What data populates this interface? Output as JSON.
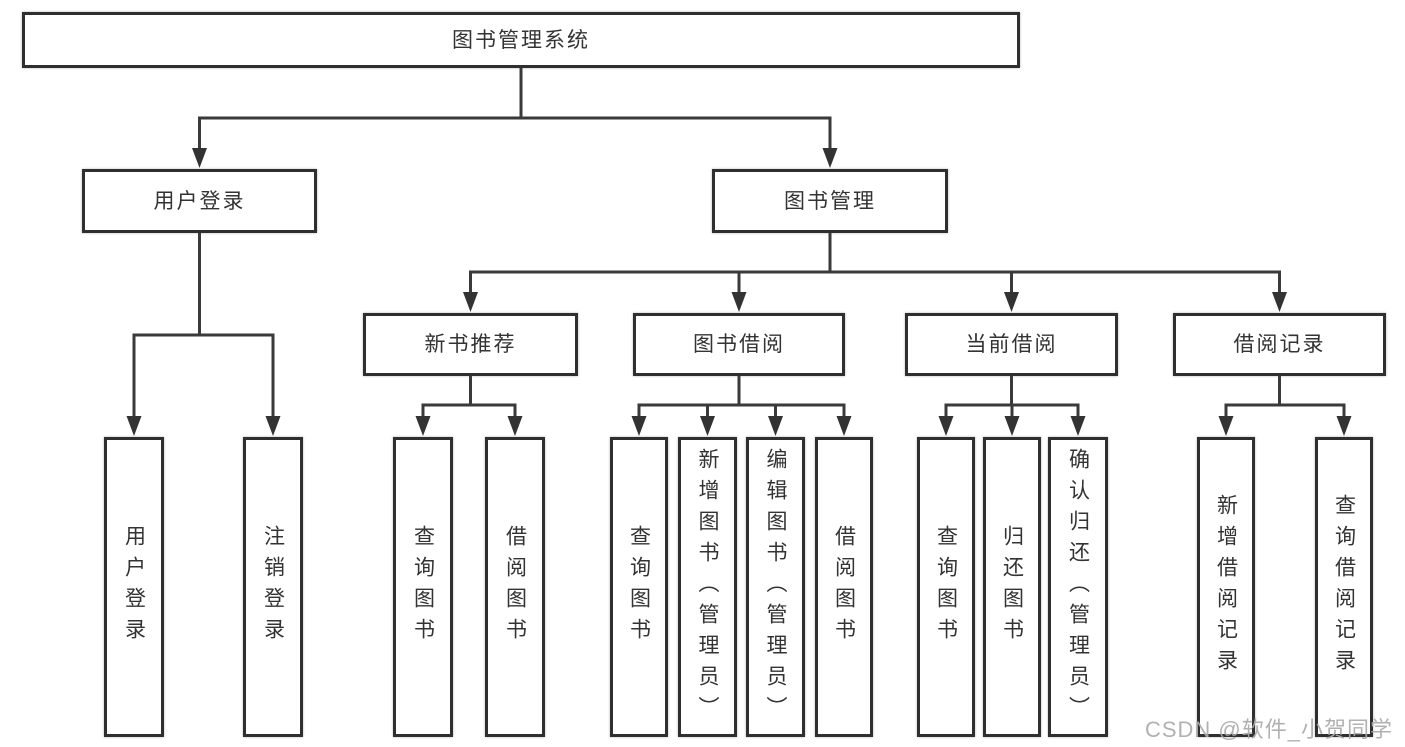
{
  "watermark": "CSDN @软件_小贺同学",
  "colors": {
    "line": "#3a3a3a",
    "arrow": "#333333",
    "box_border": "#2f2f2f",
    "box_fill": "#ffffff",
    "text": "#333333",
    "watermark": "#ababab"
  },
  "tree": {
    "id": "root",
    "label": "图书管理系统",
    "children": [
      {
        "id": "login",
        "label": "用户登录",
        "children": [
          {
            "id": "login-user",
            "label": "用户登录"
          },
          {
            "id": "login-logout",
            "label": "注销登录"
          }
        ]
      },
      {
        "id": "mgmt",
        "label": "图书管理",
        "children": [
          {
            "id": "rec",
            "label": "新书推荐",
            "children": [
              {
                "id": "rec-query",
                "label": "查询图书"
              },
              {
                "id": "rec-borrow",
                "label": "借阅图书"
              }
            ]
          },
          {
            "id": "bw",
            "label": "图书借阅",
            "children": [
              {
                "id": "bw-query",
                "label": "查询图书"
              },
              {
                "id": "bw-add",
                "label": "新增图书（管理员）"
              },
              {
                "id": "bw-edit",
                "label": "编辑图书（管理员）"
              },
              {
                "id": "bw-borrow",
                "label": "借阅图书"
              }
            ]
          },
          {
            "id": "cur",
            "label": "当前借阅",
            "children": [
              {
                "id": "cur-query",
                "label": "查询图书"
              },
              {
                "id": "cur-return",
                "label": "归还图书"
              },
              {
                "id": "cur-confirm",
                "label": "确认归还（管理员）"
              }
            ]
          },
          {
            "id": "his",
            "label": "借阅记录",
            "children": [
              {
                "id": "his-add",
                "label": "新增借阅记录"
              },
              {
                "id": "his-query",
                "label": "查询借阅记录"
              }
            ]
          }
        ]
      }
    ]
  }
}
